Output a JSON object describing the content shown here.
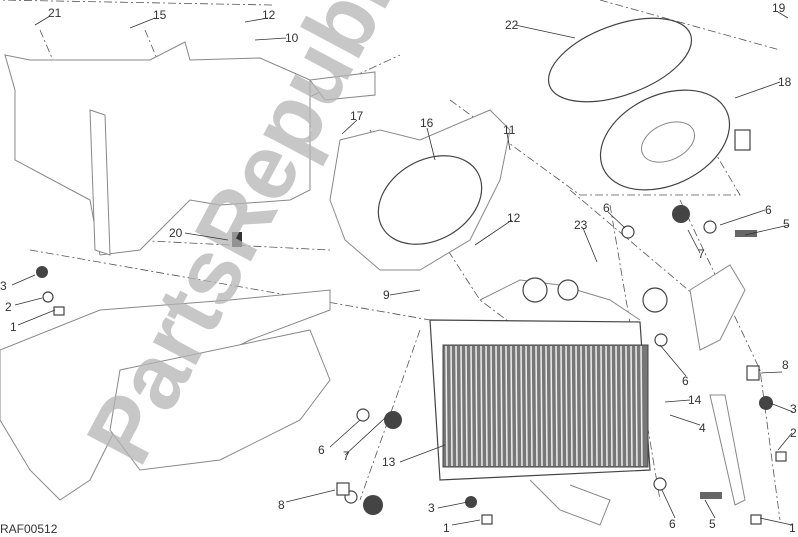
{
  "diagram": {
    "drawing_code": "RAF00512",
    "watermark": "PartsRepublik",
    "callouts": [
      {
        "id": "c21",
        "text": "21"
      },
      {
        "id": "c15",
        "text": "15"
      },
      {
        "id": "c12a",
        "text": "12"
      },
      {
        "id": "c10",
        "text": "10"
      },
      {
        "id": "c22",
        "text": "22"
      },
      {
        "id": "c19",
        "text": "19"
      },
      {
        "id": "c18",
        "text": "18"
      },
      {
        "id": "c17",
        "text": "17"
      },
      {
        "id": "c16",
        "text": "16"
      },
      {
        "id": "c11",
        "text": "11"
      },
      {
        "id": "c12b",
        "text": "12"
      },
      {
        "id": "c20",
        "text": "20"
      },
      {
        "id": "c6a",
        "text": "6"
      },
      {
        "id": "c6b",
        "text": "6"
      },
      {
        "id": "c5a",
        "text": "5"
      },
      {
        "id": "c23",
        "text": "23"
      },
      {
        "id": "c7a",
        "text": "7"
      },
      {
        "id": "c3a",
        "text": "3"
      },
      {
        "id": "c2a",
        "text": "2"
      },
      {
        "id": "c1a",
        "text": "1"
      },
      {
        "id": "c9",
        "text": "9"
      },
      {
        "id": "c6c",
        "text": "6"
      },
      {
        "id": "c8a",
        "text": "8"
      },
      {
        "id": "c14",
        "text": "14"
      },
      {
        "id": "c4",
        "text": "4"
      },
      {
        "id": "c3b",
        "text": "3"
      },
      {
        "id": "c2b",
        "text": "2"
      },
      {
        "id": "c6d",
        "text": "6"
      },
      {
        "id": "c7b",
        "text": "7"
      },
      {
        "id": "c13",
        "text": "13"
      },
      {
        "id": "c8b",
        "text": "8"
      },
      {
        "id": "c3c",
        "text": "3"
      },
      {
        "id": "c1b",
        "text": "1"
      },
      {
        "id": "c6e",
        "text": "6"
      },
      {
        "id": "c5b",
        "text": "5"
      },
      {
        "id": "c1c",
        "text": "1"
      }
    ]
  }
}
